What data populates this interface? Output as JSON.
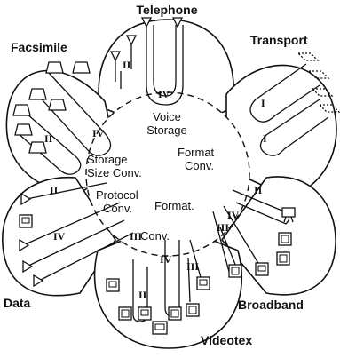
{
  "services": {
    "telephone": "Telephone",
    "transport": "Transport",
    "facsimile": "Facsimile",
    "data": "Data",
    "broadband": "Broadband",
    "videotex": "Videotex"
  },
  "functions": {
    "voice_storage_1": "Voice",
    "voice_storage_2": "Storage",
    "storage_size_conv_1": "Storage",
    "storage_size_conv_2": "Size Conv.",
    "format_conv_1": "Format",
    "format_conv_2": "Conv.",
    "protocol_conv_1": "Protocol",
    "protocol_conv_2": "Conv.",
    "format_conv_lower_1": "Format.",
    "format_conv_lower_2": "Conv."
  },
  "levels": {
    "i": "I",
    "ii": "II",
    "iii": "III",
    "iv": "IV"
  }
}
